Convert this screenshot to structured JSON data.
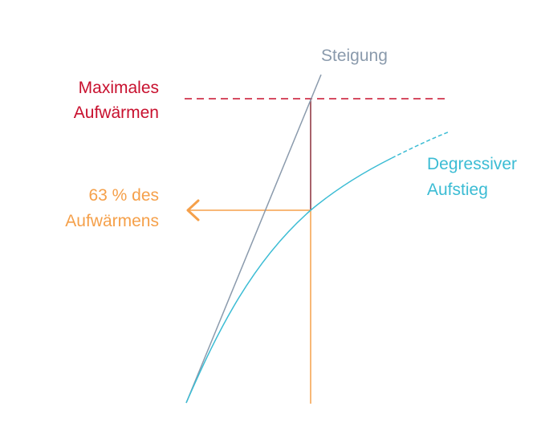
{
  "labels": {
    "slope": "Steigung",
    "max_warming_line1": "Maximales",
    "max_warming_line2": "Aufwärmen",
    "percent_line1": "63 % des",
    "percent_line2": "Aufwärmens",
    "curve_line1": "Degressiver",
    "curve_line2": "Aufstieg"
  },
  "colors": {
    "slope": "#8a9aac",
    "max_warming": "#c8102e",
    "percent": "#f5a04a",
    "curve": "#3bbcd4",
    "marker_vertical": "#8b2e3a"
  }
}
